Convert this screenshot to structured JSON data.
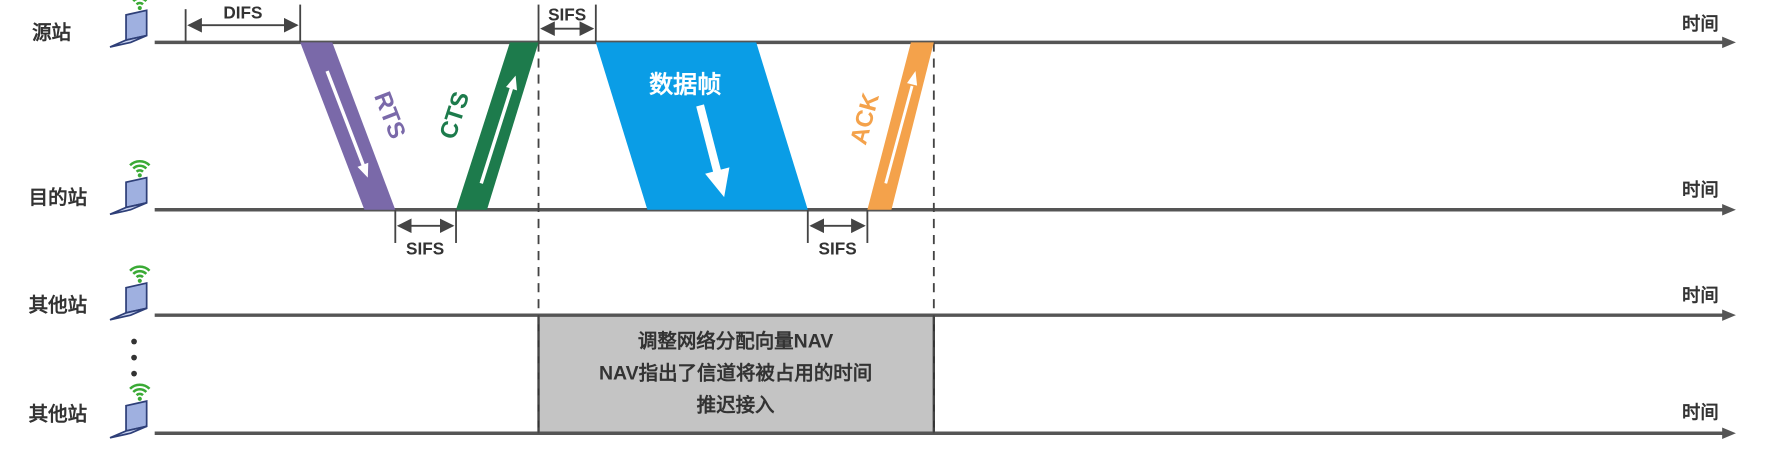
{
  "stations": [
    {
      "label": "源站",
      "time_label": "时间"
    },
    {
      "label": "目的站",
      "time_label": "时间"
    },
    {
      "label": "其他站",
      "time_label": "时间"
    },
    {
      "label": "其他站",
      "time_label": "时间"
    }
  ],
  "intervals": {
    "difs": "DIFS",
    "sifs_top": "SIFS",
    "sifs_bottom_1": "SIFS",
    "sifs_bottom_2": "SIFS"
  },
  "frames": {
    "rts": {
      "label": "RTS",
      "color": "#7a69a9"
    },
    "cts": {
      "label": "CTS",
      "color": "#1d7b4c"
    },
    "data": {
      "label": "数据帧",
      "color": "#0a9de6"
    },
    "ack": {
      "label": "ACK",
      "color": "#f4a24b"
    }
  },
  "nav": {
    "lines": [
      "调整网络分配向量NAV",
      "NAV指出了信道将被占用的时间",
      "推迟接入"
    ],
    "fill": "#c4c4c4"
  },
  "icons": {
    "station": "laptop-wifi-icon",
    "ellipsis": "vertical-dots-icon"
  }
}
